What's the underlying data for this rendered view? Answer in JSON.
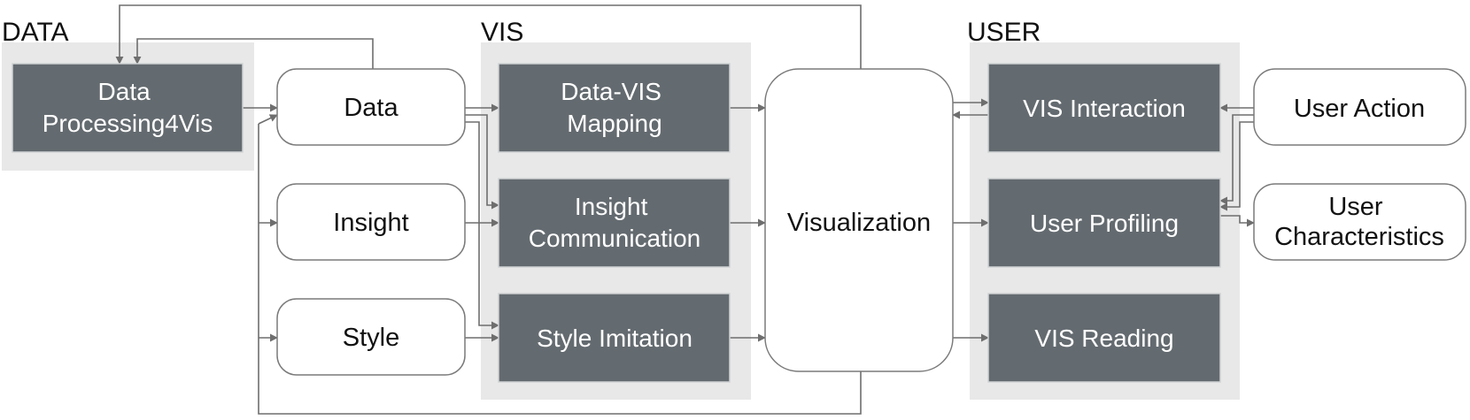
{
  "sections": {
    "data": "DATA",
    "vis": "VIS",
    "user": "USER"
  },
  "nodes": {
    "data_processing": [
      "Data",
      "Processing4Vis"
    ],
    "data": [
      "Data"
    ],
    "insight": [
      "Insight"
    ],
    "style": [
      "Style"
    ],
    "data_vis_mapping": [
      "Data-VIS",
      "Mapping"
    ],
    "insight_communication": [
      "Insight",
      "Communication"
    ],
    "style_imitation": [
      "Style Imitation"
    ],
    "visualization": [
      "Visualization"
    ],
    "vis_interaction": [
      "VIS Interaction"
    ],
    "user_profiling": [
      "User Profiling"
    ],
    "vis_reading": [
      "VIS Reading"
    ],
    "user_action": [
      "User Action"
    ],
    "user_characteristics": [
      "User",
      "Characteristics"
    ]
  },
  "colors": {
    "region_fill": "#e8e8e8",
    "process_box": "#646b70",
    "connector": "#6e6e6e"
  }
}
